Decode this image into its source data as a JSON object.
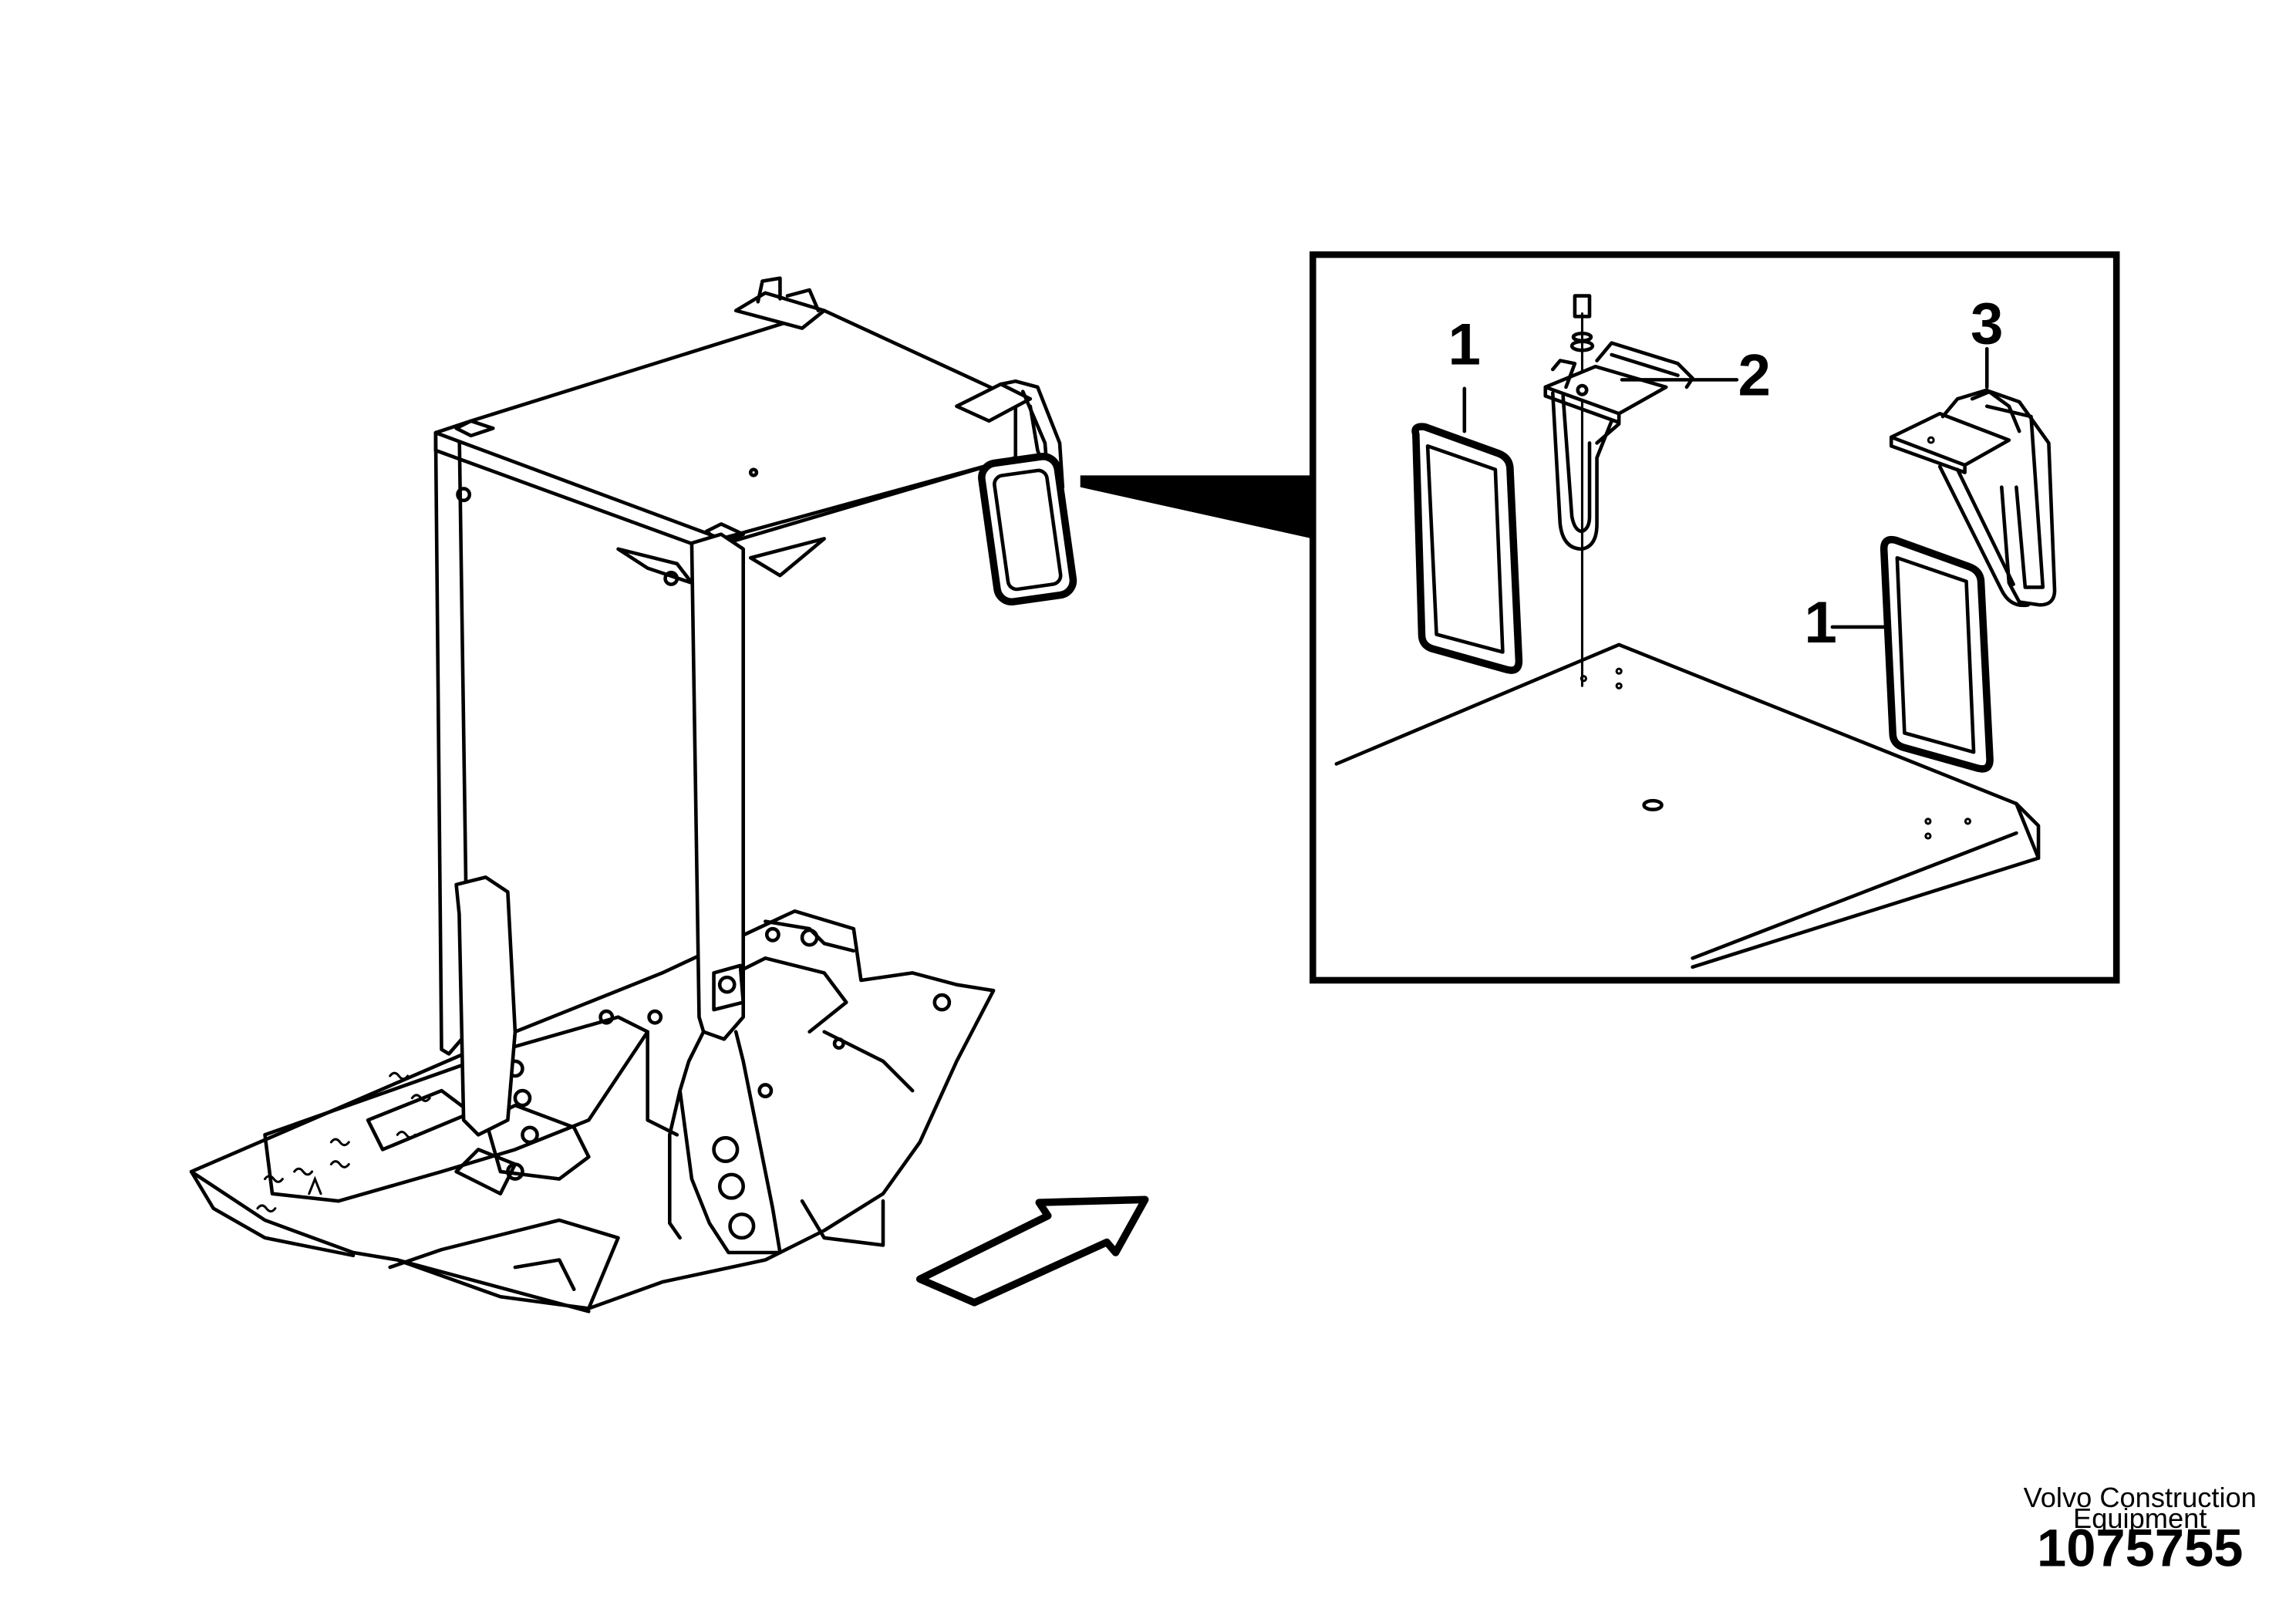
{
  "callouts": [
    {
      "label": "1"
    },
    {
      "label": "2"
    },
    {
      "label": "3"
    },
    {
      "label": "1"
    }
  ],
  "footer": {
    "brand_line1": "Volvo Construction",
    "brand_line2": "Equipment",
    "document_number": "1075755"
  }
}
